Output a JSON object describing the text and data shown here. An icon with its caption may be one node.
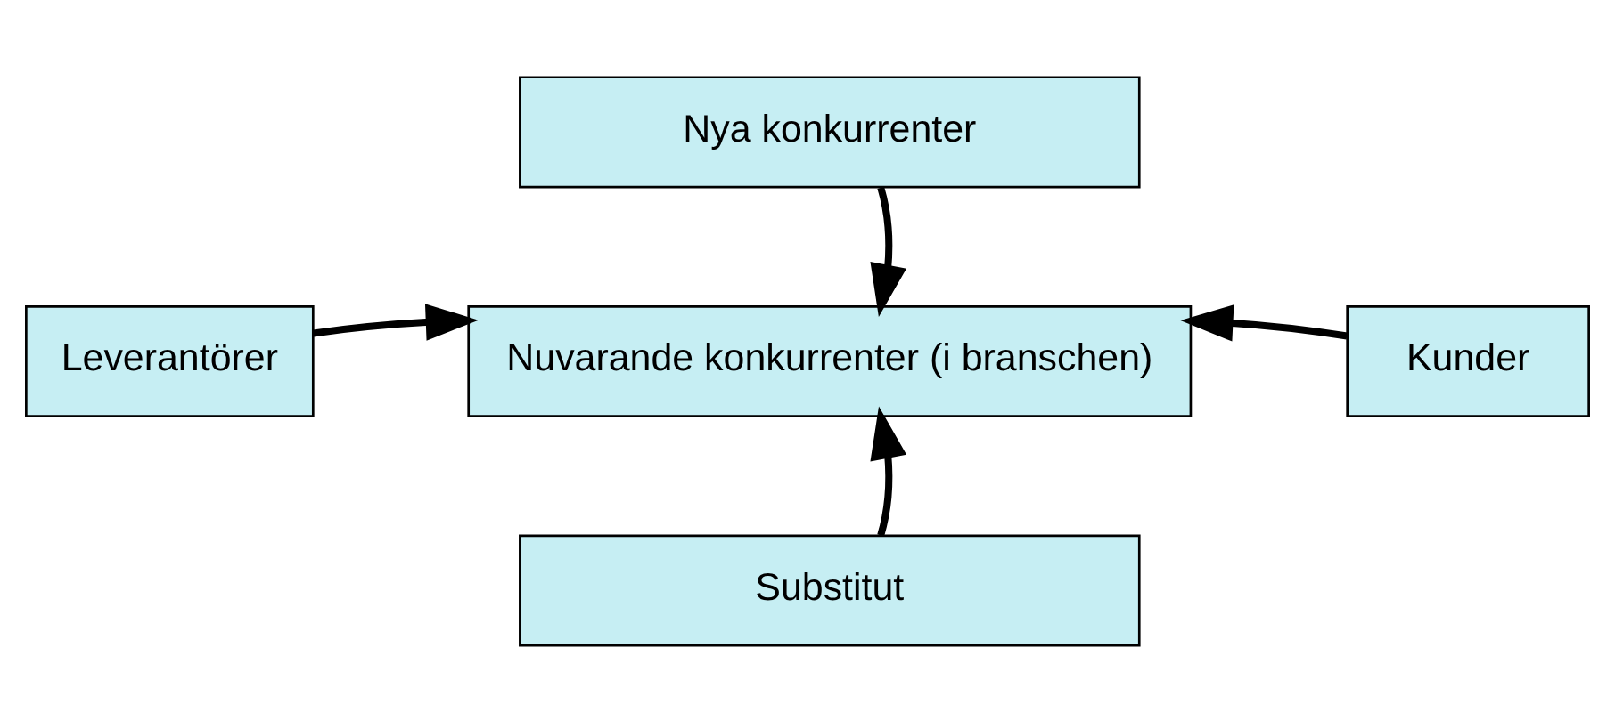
{
  "diagram": {
    "nodes": [
      {
        "text": [
          "Nya konkurrenter"
        ]
      },
      {
        "text": [
          "Leverantörer"
        ]
      },
      {
        "text": [
          "Nuvarande konkurrenter (i branschen)"
        ]
      },
      {
        "text": [
          "Kunder"
        ]
      },
      {
        "text": [
          "Substitut"
        ]
      }
    ],
    "edges": [
      {
        "from": 0,
        "to": 2,
        "arrow": "to"
      },
      {
        "from": 1,
        "to": 2,
        "arrow": "to"
      },
      {
        "from": 3,
        "to": 2,
        "arrow": "to"
      },
      {
        "from": 4,
        "to": 2,
        "arrow": "to"
      }
    ]
  }
}
